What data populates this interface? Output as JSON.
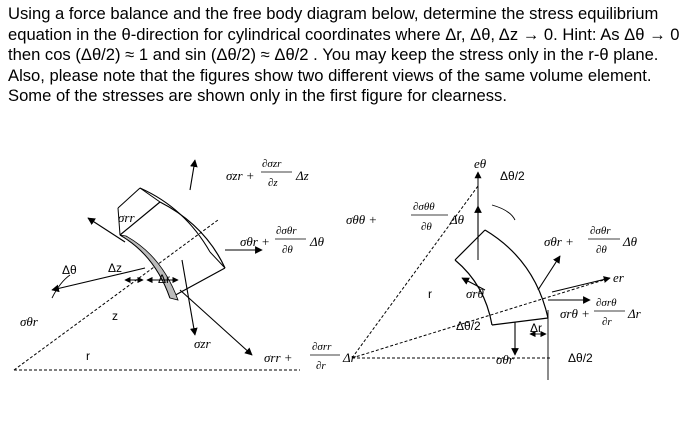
{
  "problem": {
    "text": "Using a force balance and the free body diagram below, determine the stress equilibrium equation in the θ-direction for cylindrical coordinates where Δr, Δθ, Δz → 0.  Hint: As Δθ → 0 then cos (Δθ/2) ≈ 1 and sin (Δθ/2) ≈ Δθ/2 . You may keep the stress only in the r-θ plane. Also, please note that the figures show two different views of the same volume element. Some of the stresses are shown only in the first figure for clearness."
  },
  "figure_left": {
    "sigma_zr_top": "σzr + ∂σzr/∂z Δz",
    "sigma_zr_top_a": "σzr +",
    "sigma_zr_top_num": "∂σzr",
    "sigma_zr_top_den": "∂z",
    "sigma_zr_top_b": "Δz",
    "sigma_rr": "σrr",
    "sigma_thr_a": "σθr +",
    "sigma_thr_num": "∂σθr",
    "sigma_thr_den": "∂θ",
    "sigma_thr_b": "Δθ",
    "delta_theta": "Δθ",
    "delta_z": "Δz",
    "delta_r": "Δr",
    "sigma_thr_left": "σθr",
    "z": "z",
    "r": "r",
    "sigma_zr_bottom": "σzr",
    "sigma_rr_bot_a": "σrr +",
    "sigma_rr_bot_num": "∂σrr",
    "sigma_rr_bot_den": "∂r",
    "sigma_rr_bot_b": "Δr"
  },
  "figure_right": {
    "e_theta": "eθ",
    "sigma_thth_a": "σθθ +",
    "sigma_thth_num": "∂σθθ",
    "sigma_thth_den": "∂θ",
    "sigma_thth_b": "Δθ",
    "half_dtheta_top": "Δθ/2",
    "sigma_thr_a": "σθr +",
    "sigma_thr_num": "∂σθr",
    "sigma_thr_den": "∂θ",
    "sigma_thr_b": "Δθ",
    "e_r": "er",
    "r": "r",
    "sigma_rth": "σrθ",
    "half_dtheta_mid": "Δθ/2",
    "delta_r": "Δr",
    "sigma_rth_b_a": "σrθ +",
    "sigma_rth_b_num": "∂σrθ",
    "sigma_rth_b_den": "∂r",
    "sigma_rth_b_b": "Δr",
    "sigma_thr_bottom": "σθr",
    "half_dtheta_bottom": "Δθ/2"
  }
}
